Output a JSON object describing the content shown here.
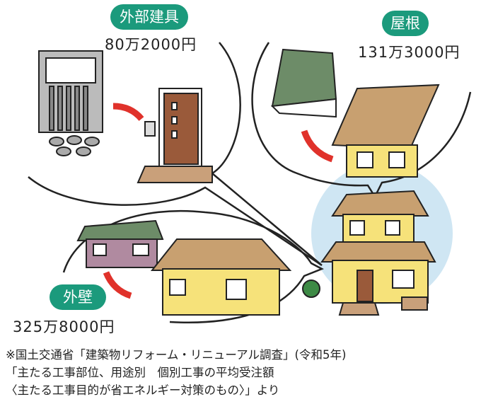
{
  "items": [
    {
      "label": "外部建具",
      "price": "80万2000円"
    },
    {
      "label": "屋根",
      "price": "131万3000円"
    },
    {
      "label": "外壁",
      "price": "325万8000円"
    }
  ],
  "footnote": [
    "※国土交通省「建築物リフォーム・リニューアル調査」(令和5年)",
    "「主たる工事部位、用途別　個別工事の平均受注額",
    "〈主たる工事目的が省エネルギー対策のもの〉」より"
  ],
  "colors": {
    "accent": "#1b9a7c",
    "sky": "#cfe6f3",
    "house": "#f6e27a",
    "roof": "#6d8c68",
    "door": "#9a5a3a",
    "arrow": "#e0322b"
  }
}
